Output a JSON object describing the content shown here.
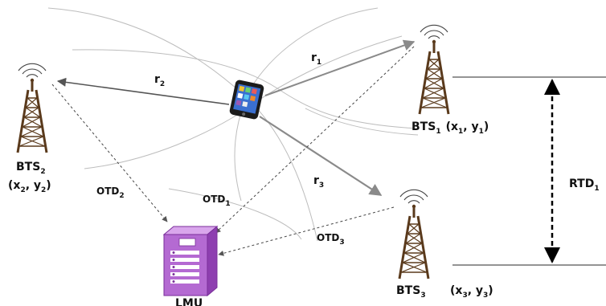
{
  "colors": {
    "background": "#ffffff",
    "tower": "#5a3a1c",
    "arrow_dark": "#555555",
    "arrow_grey": "#8a8a8a",
    "curve": "#bdbdbd",
    "lmu_body": "#b46ad2",
    "lmu_dark": "#7a2f9a",
    "phone": "#1b1b1b"
  },
  "icons": {
    "tower": "cell-tower-icon",
    "phone": "smartphone-icon",
    "server": "lmu-server-icon"
  },
  "bts": [
    {
      "name": "BTS",
      "sub": "1",
      "coord_open": "(x",
      "coord_sep": ", y",
      "coord_close": ")"
    },
    {
      "name": "BTS",
      "sub": "2",
      "coord_open": "(x",
      "coord_sep": ", y",
      "coord_close": ")"
    },
    {
      "name": "BTS",
      "sub": "3",
      "coord_open": "(x",
      "coord_sep": ", y",
      "coord_close": ")"
    }
  ],
  "ranges": [
    {
      "name": "r",
      "sub": "1"
    },
    {
      "name": "r",
      "sub": "2"
    },
    {
      "name": "r",
      "sub": "3"
    }
  ],
  "otd": [
    {
      "name": "OTD",
      "sub": "1"
    },
    {
      "name": "OTD",
      "sub": "2"
    },
    {
      "name": "OTD",
      "sub": "3"
    }
  ],
  "rtd": {
    "name": "RTD",
    "sub": "1"
  },
  "lmu": {
    "label": "LMU"
  }
}
